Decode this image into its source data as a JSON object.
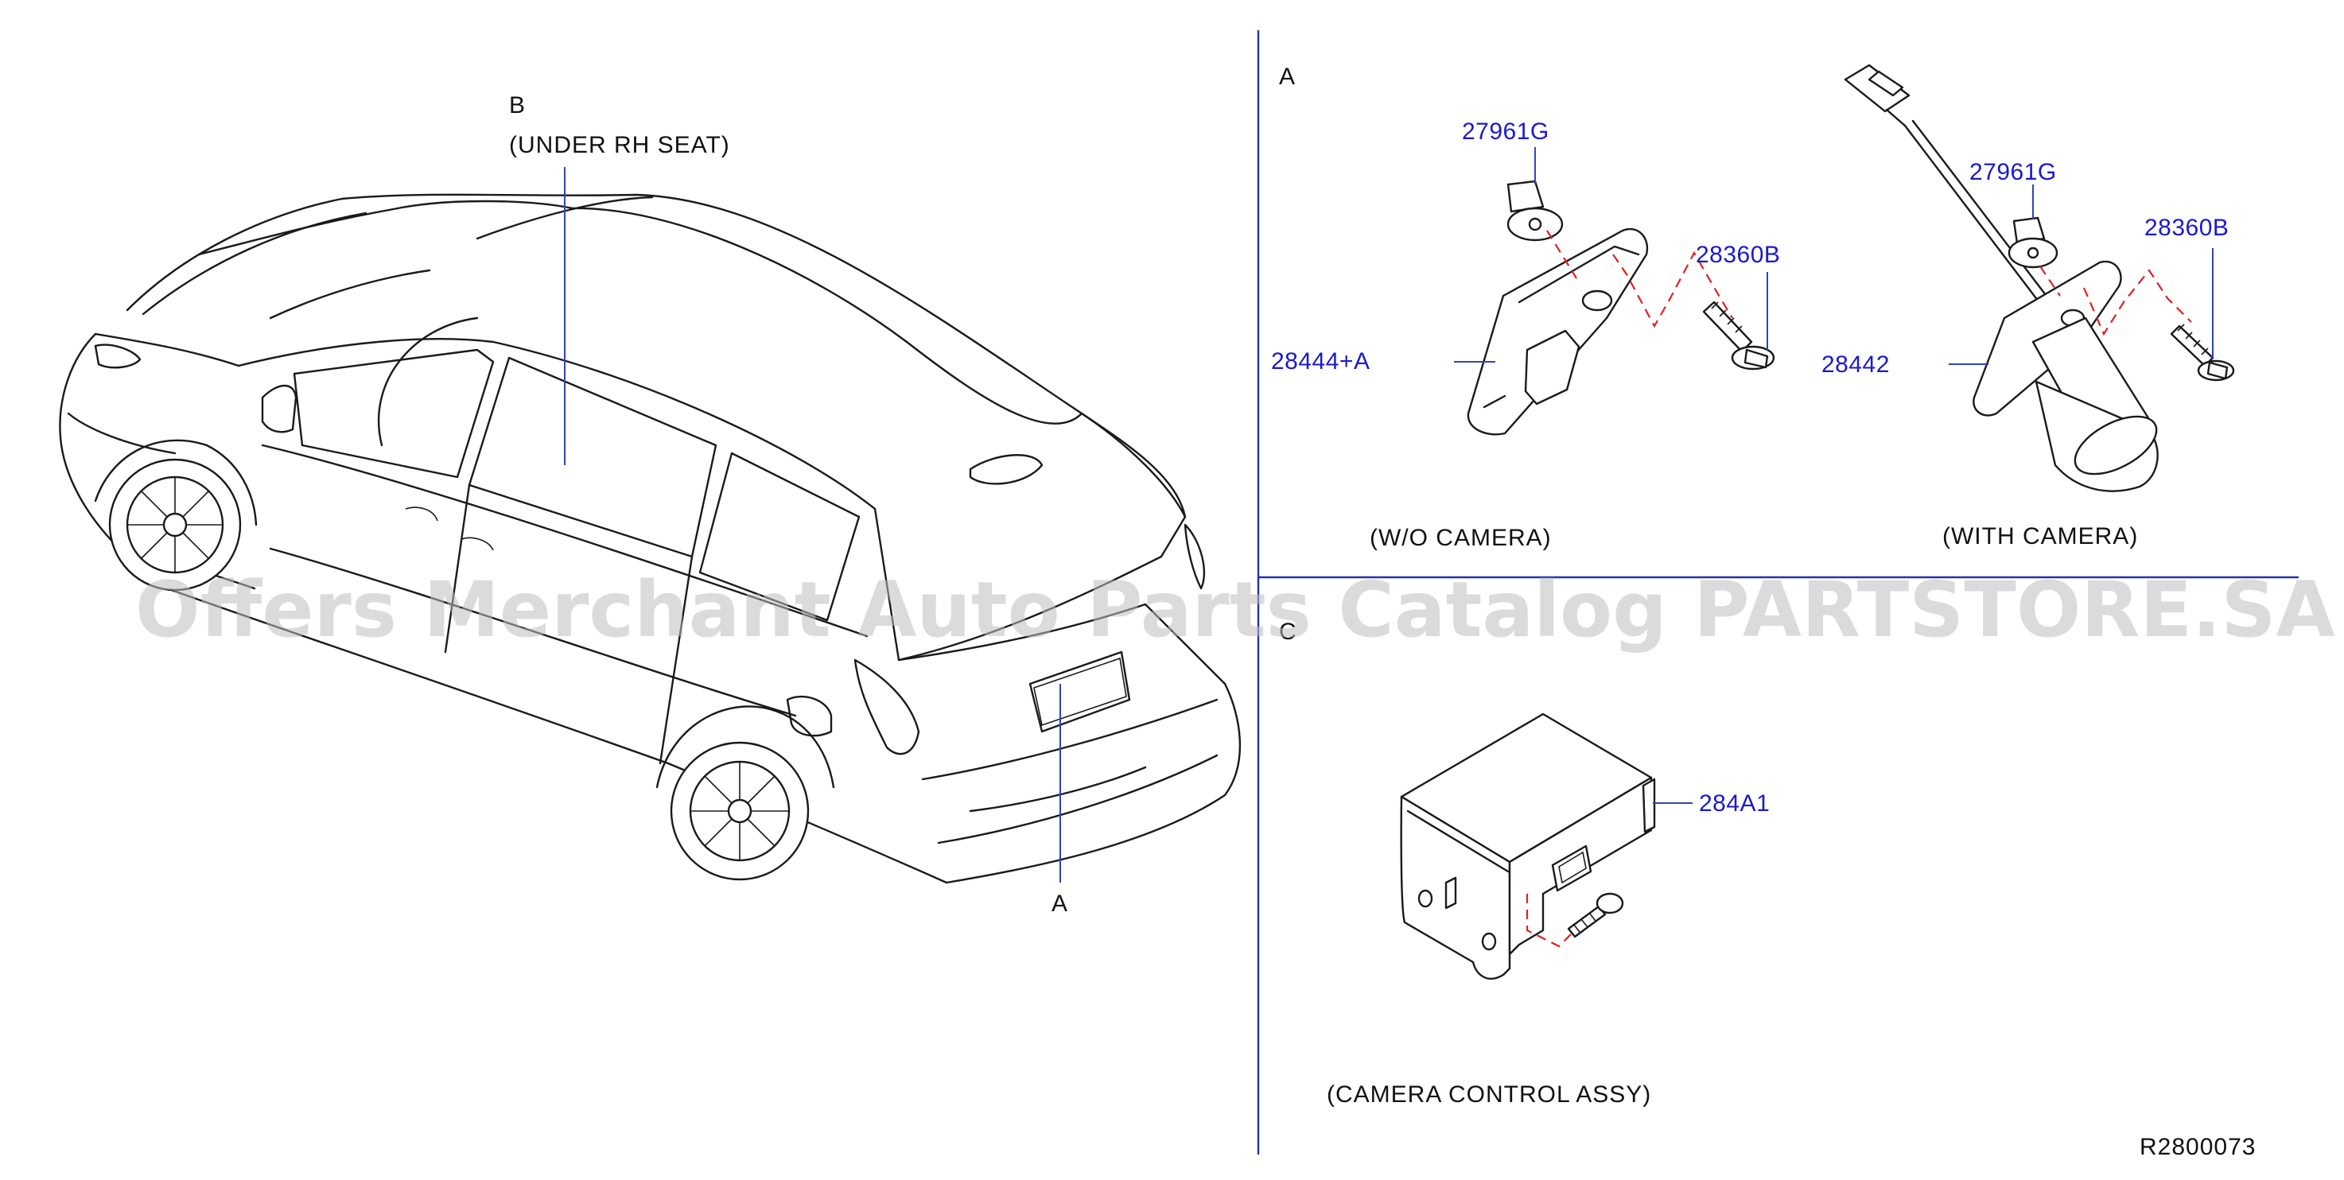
{
  "diagram": {
    "section_labels": {
      "a": "A",
      "b": "B",
      "c": "C"
    },
    "callouts": {
      "b_location": "B",
      "b_location_note": "(UNDER RH SEAT)",
      "a_location": "A"
    },
    "parts": {
      "clip_wo_camera": "27961G",
      "screw_wo_camera": "28360B",
      "bracket_wo_camera": "28444+A",
      "clip_with_camera": "27961G",
      "screw_with_camera": "28360B",
      "camera": "28442",
      "control_unit": "284A1"
    },
    "captions": {
      "wo_camera": "(W/O CAMERA)",
      "with_camera": "(WITH CAMERA)",
      "camera_control": "(CAMERA CONTROL ASSY)"
    },
    "diagram_code": "R2800073",
    "watermark": "Offers Merchant Auto Parts Catalog PARTSTORE.SA",
    "colors": {
      "part_number": "#1a1acc",
      "divider": "#2233aa",
      "dashed_leader": "#e02020",
      "line_art": "#1a1a1a"
    }
  }
}
